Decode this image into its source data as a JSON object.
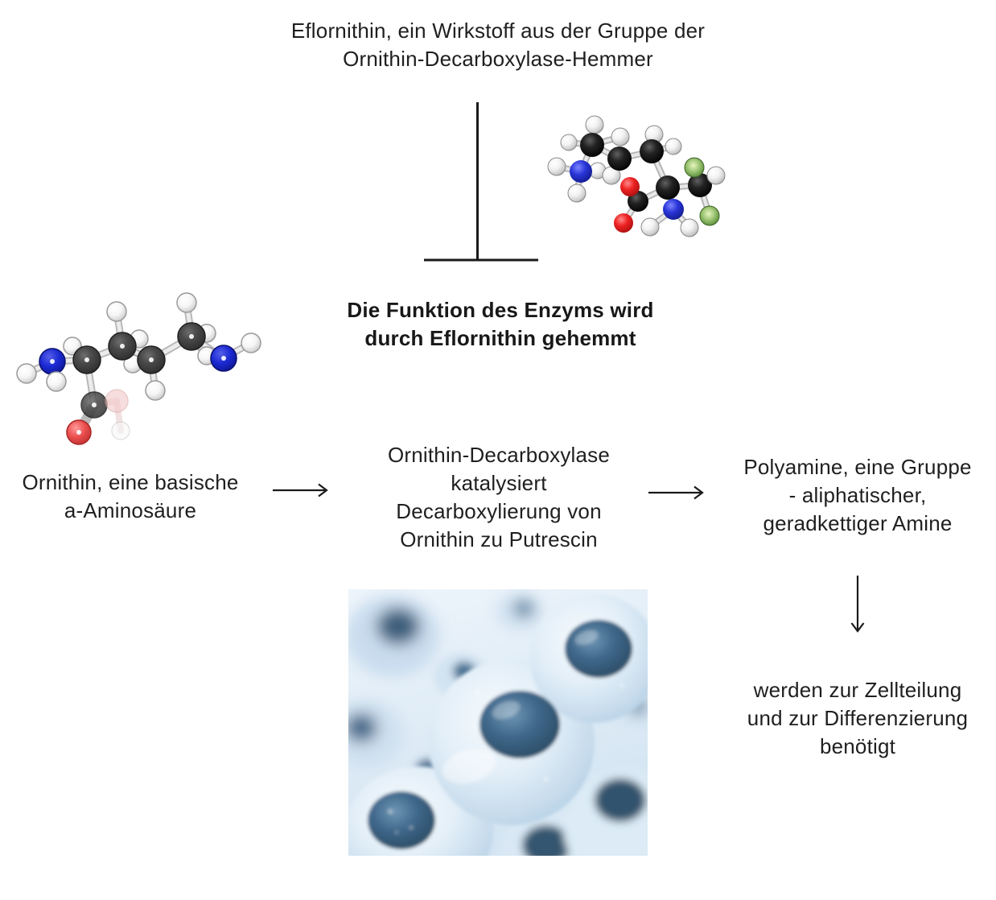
{
  "texts": {
    "title": {
      "lines": [
        "Eflornithin, ein Wirkstoff aus der Gruppe der",
        "Ornithin-Decarboxylase-Hemmer"
      ]
    },
    "inhibition": {
      "lines": [
        "Die Funktion des Enzyms wird",
        "durch Eflornithin gehemmt"
      ]
    },
    "ornithine": {
      "lines": [
        "Ornithin, eine basische",
        "a-Aminosäure"
      ]
    },
    "enzyme": {
      "lines": [
        "Ornithin-Decarboxylase",
        "katalysiert",
        "Decarboxylierung von",
        "Ornithin zu Putrescin"
      ]
    },
    "polyamines": {
      "lines": [
        "Polyamine, eine Gruppe",
        "- aliphatischer,",
        "geradkettiger Amine"
      ]
    },
    "function": {
      "lines": [
        "werden zur Zellteilung",
        "und zur Differenzierung",
        "benötigt"
      ]
    }
  },
  "icons": {
    "inhibition_tee": "tee-shaped inhibition symbol",
    "arrow_right": "→",
    "arrow_down": "↓"
  },
  "images": {
    "eflornithine_molecule": "ball-and-stick model (C black, H white, N blue, O red, F green)",
    "ornithine_molecule": "ball-and-stick model (C dark gray, H white, N blue, O red)",
    "cells": "3D blue dividing cells"
  },
  "colors": {
    "text": "#1f1f1f",
    "line": "#1a1a1a",
    "carbon_black": "#1c1c1c",
    "carbon_gray": "#3f3f3f",
    "hydrogen": "#f5f5f5",
    "nitrogen": "#2331c8",
    "oxygen": "#e02525",
    "fluorine": "#93bf72",
    "cell_background": "#dce9f4",
    "cell_body": "#cfe2f0",
    "cell_nucleus": "#335672"
  }
}
